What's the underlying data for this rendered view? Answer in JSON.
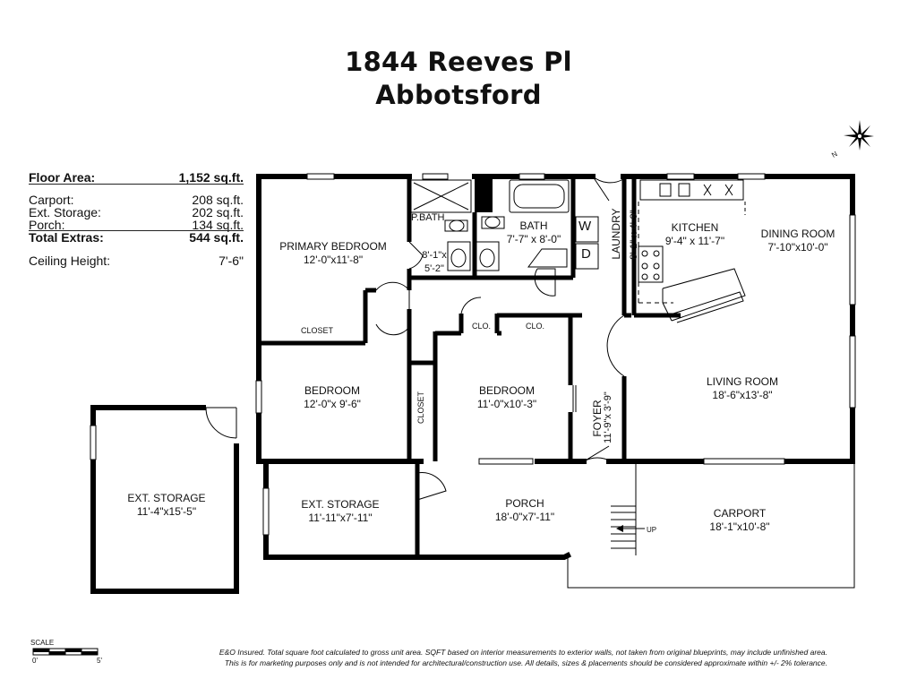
{
  "title": {
    "line1": "1844 Reeves Pl",
    "line2": "Abbotsford"
  },
  "areas": {
    "floor_label": "Floor Area:",
    "floor_value": "1,152 sq.ft.",
    "carport_label": "Carport:",
    "carport_value": "208 sq.ft.",
    "storage_label": "Ext. Storage:",
    "storage_value": "202 sq.ft.",
    "porch_label": "Porch:",
    "porch_value": "134 sq.ft.",
    "extras_label": "Total Extras:",
    "extras_value": "544 sq.ft.",
    "ceiling_label": "Ceiling Height:",
    "ceiling_value": "7'-6\""
  },
  "rooms": {
    "primary": {
      "name": "PRIMARY BEDROOM",
      "dims": "12'-0\"x11'-8\""
    },
    "pbath": {
      "name": "P.BATH",
      "dims_1": "8'-1\"x",
      "dims_2": "5'-2\""
    },
    "bath": {
      "name": "BATH",
      "dims": "7'-7\" x 8'-0\""
    },
    "laundry": {
      "name": "LAUNDRY",
      "dims": "8'-1\" x 4'-9\""
    },
    "kitchen": {
      "name": "KITCHEN",
      "dims": "9'-4\" x 11'-7\""
    },
    "dining": {
      "name": "DINING ROOM",
      "dims": "7'-10\"x10'-0\""
    },
    "bedroom2": {
      "name": "BEDROOM",
      "dims": "12'-0\"x 9'-6\""
    },
    "bedroom3": {
      "name": "BEDROOM",
      "dims": "11'-0\"x10'-3\""
    },
    "living": {
      "name": "LIVING ROOM",
      "dims": "18'-6\"x13'-8\""
    },
    "foyer": {
      "name": "FOYER",
      "dims": "11'-9\"x 3'-9\""
    },
    "storage_main": {
      "name": "EXT. STORAGE",
      "dims": "11'-11\"x7'-11\""
    },
    "storage_detached": {
      "name": "EXT. STORAGE",
      "dims": "11'-4\"x15'-5\""
    },
    "porch": {
      "name": "PORCH",
      "dims": "18'-0\"x7'-11\""
    },
    "carport": {
      "name": "CARPORT",
      "dims": "18'-1\"x10'-8\""
    }
  },
  "labels": {
    "closet_primary": "CLOSET",
    "closet_bed2": "CLOSET",
    "clo1": "CLO.",
    "clo2": "CLO.",
    "washer": "W",
    "dryer": "D",
    "up": "UP",
    "north": "N"
  },
  "scale": {
    "label": "SCALE",
    "zero": "0'",
    "five": "5'"
  },
  "disclaimer": {
    "line1": "E&O Insured.  Total square foot calculated to gross unit area. SQFT based on interior measurements to exterior walls, not taken from original blueprints, may include unfinished area.",
    "line2": "This is for marketing purposes only and is not intended for architectural/construction use.  All details, sizes & placements should be considered approximate within +/- 2%  tolerance."
  }
}
